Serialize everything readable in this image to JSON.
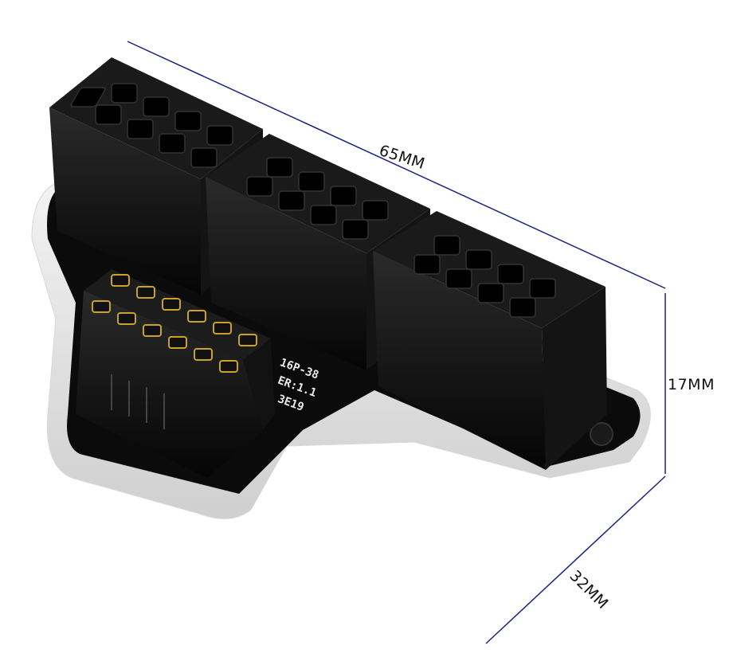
{
  "dimensions": {
    "length": "65MM",
    "height": "17MM",
    "depth": "32MM"
  },
  "pcb_text": {
    "line1": "16P-38",
    "line2": "ER:1.1",
    "line3": "3E19"
  },
  "colors": {
    "dimension_line": "#1a237e",
    "connector": "#0d0d0d",
    "pins": "#c9a227",
    "base": "#e9e9e9"
  }
}
